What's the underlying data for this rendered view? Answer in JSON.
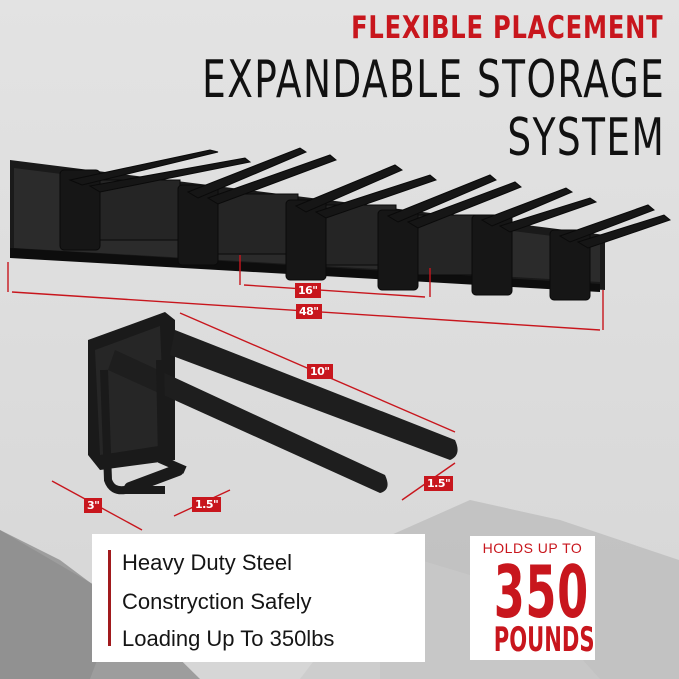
{
  "headline": {
    "tagline": "FLEXIBLE PLACEMENT",
    "title_line1": "EXPANDABLE STORAGE",
    "title_line2": "SYSTEM"
  },
  "dimensions": {
    "rail_length": "48\"",
    "hook_spacing": "16\"",
    "hook_length": "10\"",
    "hook_tip_height": "1.5\"",
    "lower_hook_depth": "1.5\"",
    "lower_hook_width": "3\""
  },
  "feature_box": {
    "lines": [
      "Heavy Duty Steel",
      "Constryction Safely",
      "Loading Up To 350lbs"
    ]
  },
  "capacity_badge": {
    "top_text": "HOLDS UP TO",
    "number": "350",
    "unit": "POUNDS"
  },
  "colors": {
    "accent_red": "#c8161d",
    "text_black": "#111111",
    "background": "#dedede"
  }
}
